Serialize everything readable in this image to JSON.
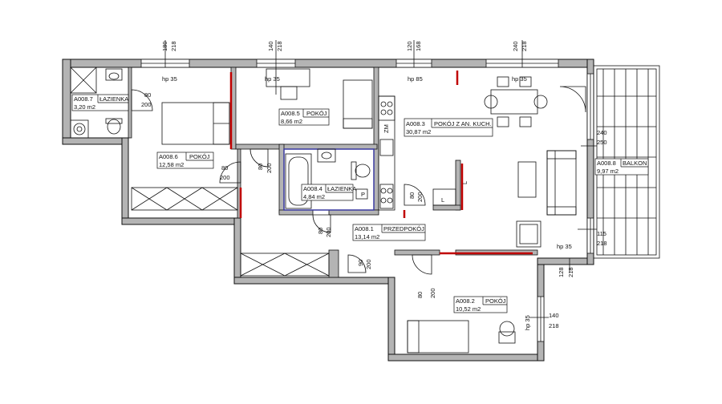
{
  "rooms": [
    {
      "code": "A008.7",
      "name": "ŁAZIENKA",
      "area": "3,20 m2"
    },
    {
      "code": "A008.6",
      "name": "POKÓJ",
      "area": "12,58 m2"
    },
    {
      "code": "A008.5",
      "name": "POKÓJ",
      "area": "8,66 m2"
    },
    {
      "code": "A008.4",
      "name": "ŁAZIENKA",
      "area": "4,84 m2"
    },
    {
      "code": "A008.3",
      "name": "POKÓJ Z AN. KUCH.",
      "area": "30,87 m2"
    },
    {
      "code": "A008.1",
      "name": "PRZEDPOKÓJ",
      "area": "13,14 m2"
    },
    {
      "code": "A008.2",
      "name": "POKÓJ",
      "area": "10,52 m2"
    },
    {
      "code": "A008.8",
      "name": "BALKON",
      "area": "9,97 m2"
    }
  ],
  "window_dims": {
    "w1": {
      "a": "180",
      "b": "218"
    },
    "w2": {
      "a": "140",
      "b": "218"
    },
    "w3": {
      "a": "120",
      "b": "168"
    },
    "w4": {
      "a": "240",
      "b": "218"
    },
    "balcony_door": {
      "a": "240",
      "b": "250"
    },
    "right_window": {
      "a": "115",
      "b": "218"
    },
    "corner_window": {
      "a": "128",
      "b": "218"
    },
    "bottom_window": {
      "a": "140",
      "b": "218"
    }
  },
  "sill_heights": {
    "h1": "hp 35",
    "h2": "hp 35",
    "h3": "hp 85",
    "h4": "hp 35",
    "h5": "hp 35",
    "h6": "hp 35"
  },
  "door_dims": {
    "d1": {
      "w": "80",
      "h": "200"
    },
    "d2": {
      "w": "80",
      "h": "200"
    },
    "d3": {
      "w": "80",
      "h": "200"
    },
    "d4": {
      "w": "80",
      "h": "200"
    },
    "d5": {
      "w": "80",
      "h": "200"
    },
    "d6": {
      "w": "90",
      "h": "200"
    },
    "d7": {
      "w": "80",
      "h": "200"
    }
  },
  "appliance_labels": {
    "fridge": "ZM",
    "wash": "P",
    "l1": "L",
    "l2": "L"
  },
  "colors": {
    "wall": "#b4b4b4",
    "outline": "#111111",
    "partition": "#c00000",
    "bathroom_outline": "#3a3aa0"
  }
}
